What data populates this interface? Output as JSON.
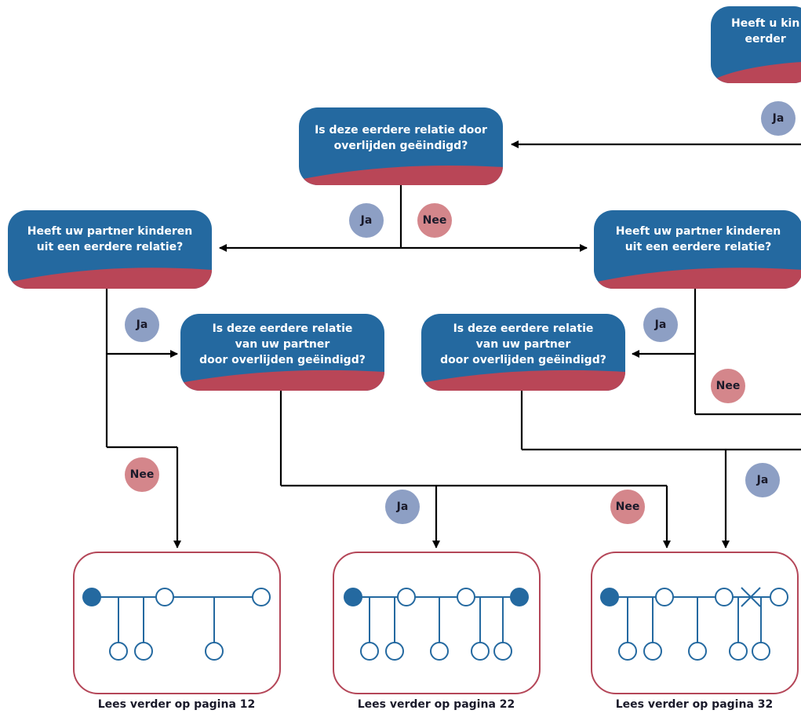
{
  "colors": {
    "box_blue": "#2469a0",
    "box_red": "#b94657",
    "ja_badge": "#8d9fc4",
    "nee_badge": "#d4868b",
    "line": "#000000",
    "tree_blue": "#2469a0",
    "result_border": "#b44658"
  },
  "questions": {
    "top_partial": "Heeft u kin\neerder",
    "q_overlijden": "Is deze eerdere relatie door\noverlijden geëindigd?",
    "q_partner_left": "Heeft uw partner kinderen\nuit een eerdere relatie?",
    "q_partner_right": "Heeft uw partner kinderen\nuit een eerdere relatie?",
    "q_partner_overlijden_left": "Is deze eerdere relatie\nvan uw partner\ndoor overlijden geëindigd?",
    "q_partner_overlijden_right": "Is deze eerdere relatie\nvan uw partner\ndoor overlijden geëindigd?"
  },
  "badges": {
    "ja": "Ja",
    "nee": "Nee"
  },
  "results": [
    {
      "label": "Lees verder op pagina 12"
    },
    {
      "label": "Lees verder op pagina 22"
    },
    {
      "label": "Lees verder op pagina 32"
    }
  ]
}
